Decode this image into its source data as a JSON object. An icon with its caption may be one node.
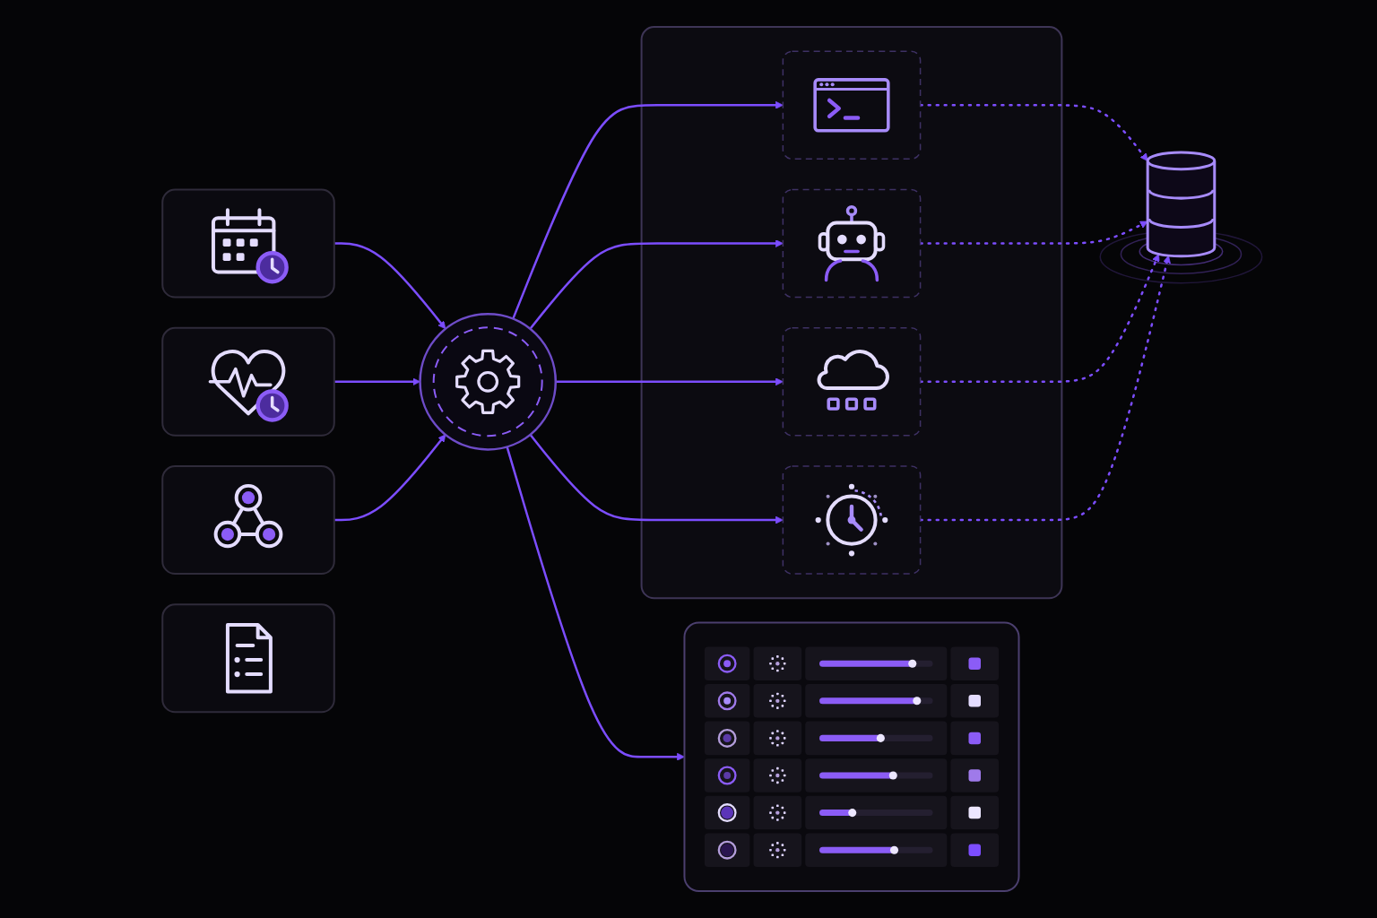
{
  "diagram": {
    "nodes": [
      {
        "text": [],
        "shape": "box"
      },
      {
        "text": [],
        "shape": "box"
      },
      {
        "text": [],
        "shape": "box"
      },
      {
        "text": [],
        "shape": "box"
      },
      {
        "text": [],
        "shape": "circle"
      },
      {
        "text": [],
        "shape": "box"
      },
      {
        "text": [],
        "shape": "box"
      },
      {
        "text": [],
        "shape": "box",
        "in": 6
      },
      {
        "text": [],
        "shape": "box",
        "in": 6
      },
      {
        "text": [],
        "shape": "box",
        "in": 6
      },
      {
        "text": [],
        "shape": "box",
        "in": 6
      },
      {
        "text": [],
        "shape": "cylinder"
      }
    ],
    "edges": [
      {
        "from": 0,
        "to": 4,
        "arrow": "to"
      },
      {
        "from": 1,
        "to": 4,
        "arrow": "to"
      },
      {
        "from": 2,
        "to": 4,
        "arrow": "to"
      },
      {
        "from": 4,
        "to": 5,
        "arrow": "to"
      },
      {
        "from": 4,
        "to": 7,
        "arrow": "to"
      },
      {
        "from": 4,
        "to": 8,
        "arrow": "to"
      },
      {
        "from": 4,
        "to": 9,
        "arrow": "to"
      },
      {
        "from": 4,
        "to": 10,
        "arrow": "to"
      },
      {
        "from": 7,
        "to": 11,
        "arrow": "to",
        "style": "dashed"
      },
      {
        "from": 8,
        "to": 11,
        "arrow": "to",
        "style": "dashed"
      },
      {
        "from": 9,
        "to": 11,
        "arrow": "to",
        "style": "dashed"
      },
      {
        "from": 10,
        "to": 11,
        "arrow": "to",
        "style": "dashed"
      }
    ]
  }
}
